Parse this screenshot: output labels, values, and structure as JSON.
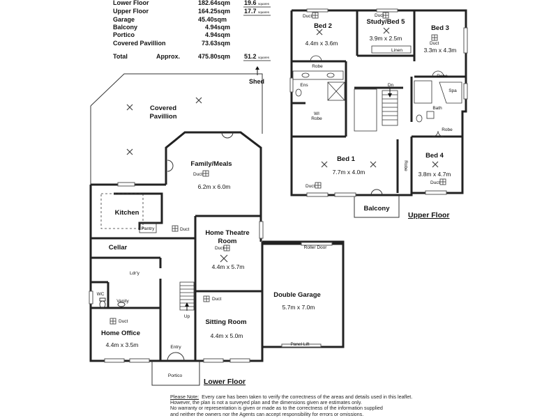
{
  "areas": {
    "rows": [
      {
        "name": "Lower Floor",
        "value": "182.64sqm",
        "sq": "19.6",
        "sq_unit": "squares"
      },
      {
        "name": "Upper Floor",
        "value": "164.25sqm",
        "sq": "17.7",
        "sq_unit": "squares"
      },
      {
        "name": "Garage",
        "value": "45.40sqm",
        "sq": "",
        "sq_unit": ""
      },
      {
        "name": "Balcony",
        "value": "4.94sqm",
        "sq": "",
        "sq_unit": ""
      },
      {
        "name": "Portico",
        "value": "4.94sqm",
        "sq": "",
        "sq_unit": ""
      },
      {
        "name": "Covered Pavillion",
        "value": "73.63sqm",
        "sq": "",
        "sq_unit": ""
      }
    ],
    "total": {
      "name": "Total",
      "approx": "Approx.",
      "value": "475.80sqm",
      "sq": "51.2",
      "sq_unit": "squares"
    },
    "shed": "Shed"
  },
  "lower": {
    "title": "Lower Floor",
    "covered_pavillion": [
      "Covered",
      "Pavillion"
    ],
    "family_meals": {
      "name": "Family/Meals",
      "dim": "6.2m x 6.0m"
    },
    "kitchen": "Kitchen",
    "pantry": "Pantry",
    "cellar": "Cellar",
    "ldry": "Ldr'y",
    "wc": "WC",
    "vanity": "Vanity",
    "home_theatre": {
      "name": [
        "Home Theatre",
        "Room"
      ],
      "dim": "4.4m x 5.7m"
    },
    "double_garage": {
      "name": "Double Garage",
      "dim": "5.7m x 7.0m"
    },
    "roller_door": "Roller Door",
    "panel_lift": "Panel Lift",
    "sitting_room": {
      "name": "Sitting Room",
      "dim": "4.4m x 5.0m"
    },
    "home_office": {
      "name": "Home Office",
      "dim": "4.4m x 3.5m"
    },
    "entry": "Entry",
    "portico": "Portico",
    "up": "Up",
    "duct": "Duct"
  },
  "upper": {
    "title": "Upper Floor",
    "bed2": {
      "name": "Bed 2",
      "dim": "4.4m x 3.6m"
    },
    "study": {
      "name": "Study/Bed 5",
      "dim": "3.9m x 2.5m"
    },
    "bed3": {
      "name": "Bed 3",
      "dim": "3.3m x 4.3m"
    },
    "linen": "Linen",
    "robe": "Robe",
    "ens": "Ens",
    "wi_robe": [
      "WI",
      "Robe"
    ],
    "dn": "Dn",
    "spa": "Spa",
    "bath": "Bath",
    "bed1": {
      "name": "Bed 1",
      "dim": "7.7m x 4.0m"
    },
    "bed4": {
      "name": "Bed 4",
      "dim": "3.8m x 4.7m"
    },
    "balcony": "Balcony",
    "duct": "Duct"
  },
  "disclaimer": {
    "note_label": "Please Note:",
    "lines": [
      "Every care has been taken to verify the correctness of the areas and details used in this leaflet.",
      "However, the plan is not a surveyed plan and the dimensions given are estimates only.",
      "No warranty or representation is given or made as to the correctness of the information supplied",
      "and neither the owners nor the Agents can accept responsibility for errors or omissions."
    ]
  }
}
